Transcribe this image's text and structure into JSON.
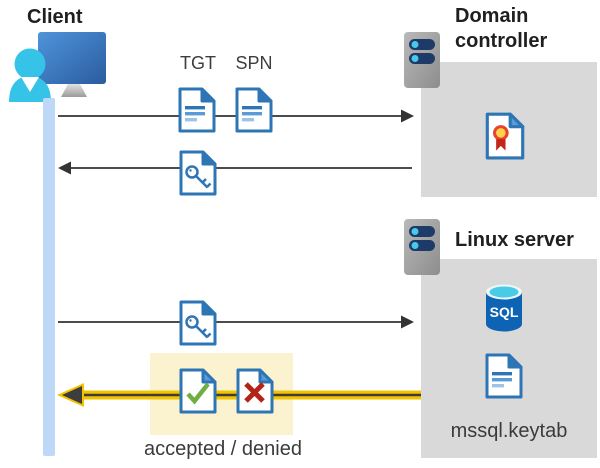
{
  "client": {
    "label": "Client"
  },
  "domain_controller": {
    "label": "Domain controller"
  },
  "linux_server": {
    "label": "Linux server",
    "sql_label": "SQL",
    "keytab_label": "mssql.keytab"
  },
  "messages": {
    "tgt_label": "TGT",
    "spn_label": "SPN",
    "result_label": "accepted / denied"
  },
  "colors": {
    "doc_blue": "#2e75b6",
    "doc_fold_light": "#5b9bd5",
    "line_light_blue": "#9dc3e6",
    "gray_box": "#d9d9d9",
    "timeline_blue": "#bed9f8",
    "arrow_gray": "#4c4c4c",
    "highlight_yellow": "#fbf3cf",
    "arrow_yellow": "#f3c300",
    "check_green": "#6fae44",
    "cross_red": "#b22318",
    "sql_body_blue": "#0e63b4",
    "sql_top_cyan": "#49cbe8",
    "server_pill_navy": "#1e3a69",
    "person_cyan": "#35c3e8"
  }
}
